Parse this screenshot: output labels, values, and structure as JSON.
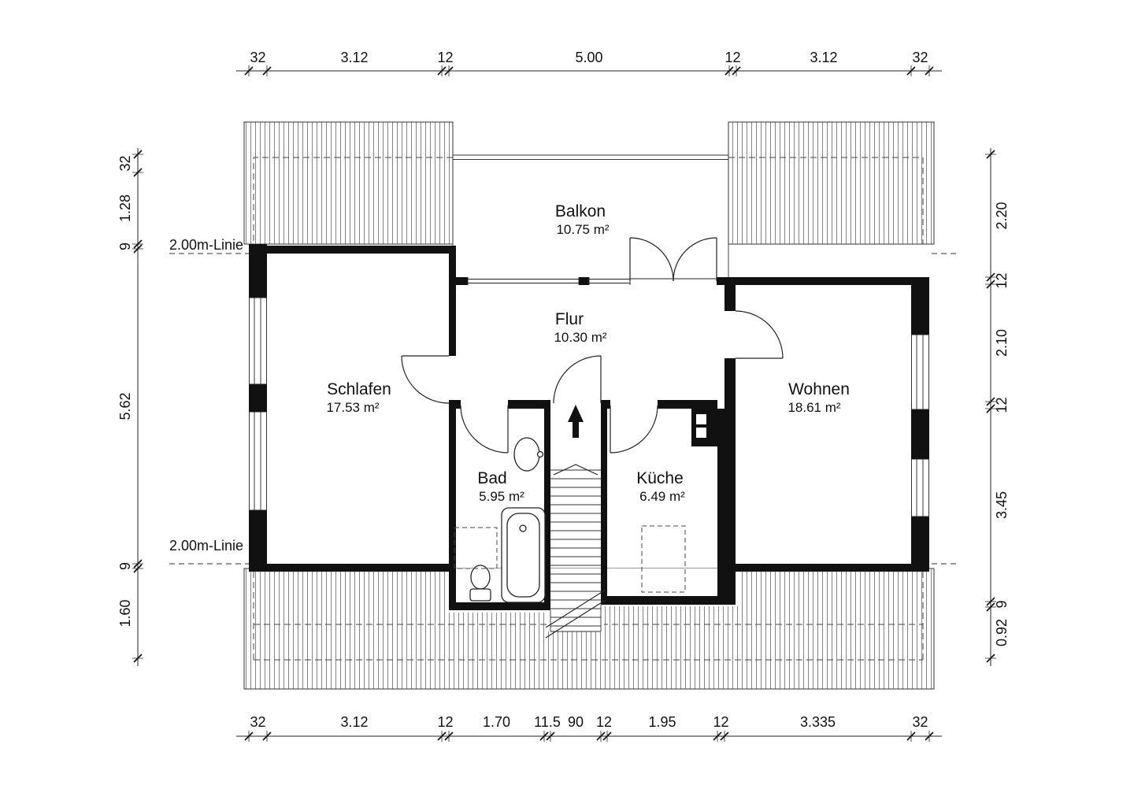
{
  "annotations": {
    "line_top": "2.00m-Linie",
    "line_bottom": "2.00m-Linie"
  },
  "rooms": {
    "balkon": {
      "name": "Balkon",
      "area": "10.75 m²"
    },
    "flur": {
      "name": "Flur",
      "area": "10.30 m²"
    },
    "schlafen": {
      "name": "Schlafen",
      "area": "17.53 m²"
    },
    "wohnen": {
      "name": "Wohnen",
      "area": "18.61 m²"
    },
    "bad": {
      "name": "Bad",
      "area": "5.95 m²"
    },
    "kueche": {
      "name": "Küche",
      "area": "6.49 m²"
    }
  },
  "dimensions": {
    "top": [
      "32",
      "3.12",
      "12",
      "5.00",
      "12",
      "3.12",
      "32"
    ],
    "bottom": [
      "32",
      "3.12",
      "12",
      "1.70",
      "11.5",
      "90",
      "12",
      "1.95",
      "12",
      "3.335",
      "32"
    ],
    "left": [
      "32",
      "1.28",
      "9",
      "5.62",
      "9",
      "1.60"
    ],
    "right": [
      "2.20",
      "12",
      "2.10",
      "12",
      "3.45",
      "9",
      "0.92"
    ]
  },
  "colors": {
    "ink": "#111111",
    "background": "#ffffff"
  }
}
